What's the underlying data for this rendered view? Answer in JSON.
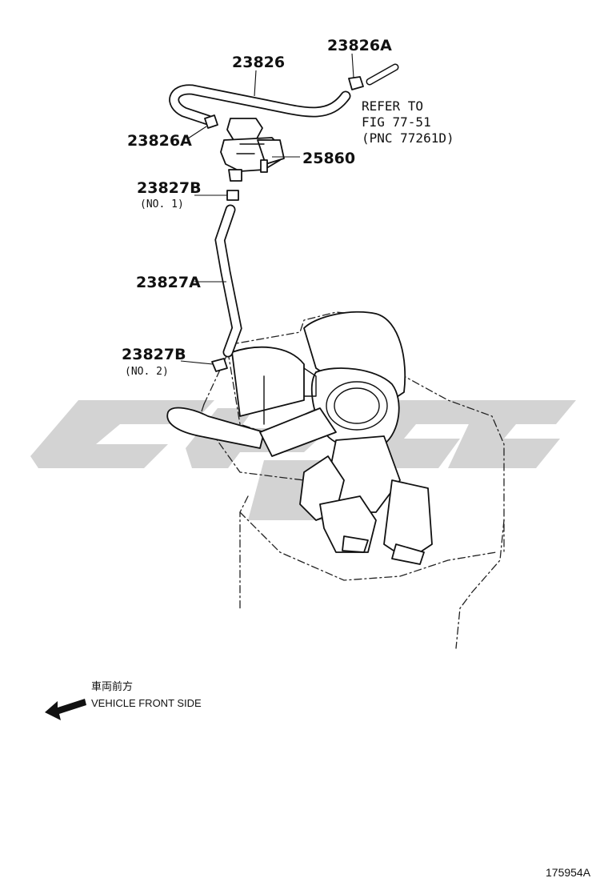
{
  "diagram": {
    "callouts": {
      "hose_top": "23826",
      "clip_top_right": "23826A",
      "clip_left": "23826A",
      "valve": "25860",
      "clip_no1": "23827B",
      "clip_no1_sub": "(NO. 1)",
      "hose_vertical": "23827A",
      "clip_no2": "23827B",
      "clip_no2_sub": "(NO. 2)"
    },
    "refer": {
      "line1": "REFER TO",
      "line2": "FIG 77-51",
      "line3": "(PNC 77261D)"
    },
    "direction": {
      "japanese": "車両前方",
      "english": "VEHICLE FRONT SIDE",
      "icon": "arrow-left-icon"
    },
    "figure_number": "175954A",
    "watermark": {
      "icon": "brand-logo-watermark",
      "color": "#d3d3d3"
    }
  }
}
